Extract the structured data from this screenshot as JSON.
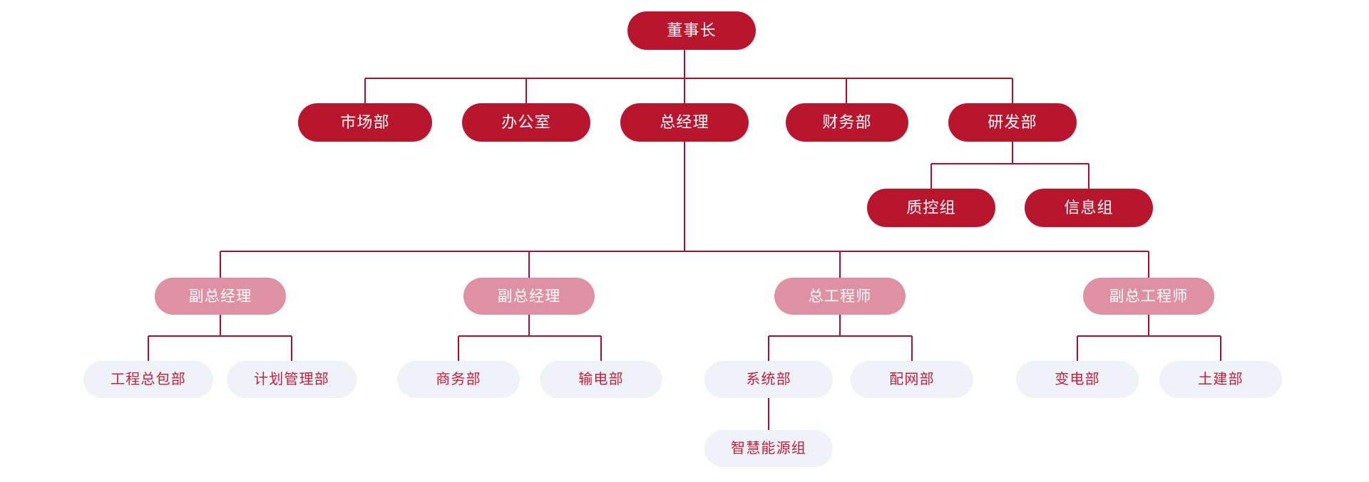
{
  "chart_data": {
    "type": "diagram",
    "title": "",
    "diagram_kind": "organization-chart",
    "orientation": "top-down",
    "colors": {
      "level_dark_bg": "#B8162F",
      "level_dark_text": "#FFFFFF",
      "level_pink_bg": "#DE91A2",
      "level_pink_text": "#FFFFFF",
      "level_light_bg": "#EFF3F7",
      "level_light_text": "#C0203C",
      "connector_line": "#A8102B",
      "canvas_bg": "#FFFFFF"
    },
    "levels": [
      {
        "name": "root",
        "style": "dark",
        "labels": [
          "董事长"
        ]
      },
      {
        "name": "departments",
        "style": "dark",
        "labels": [
          "市场部",
          "办公室",
          "总经理",
          "财务部",
          "研发部"
        ]
      },
      {
        "name": "rd-groups",
        "style": "dark",
        "labels": [
          "质控组",
          "信息组"
        ]
      },
      {
        "name": "executives",
        "style": "pink",
        "labels": [
          "副总经理",
          "副总经理",
          "总工程师",
          "副总工程师"
        ]
      },
      {
        "name": "sub-departments",
        "style": "light",
        "labels": [
          "工程总包部",
          "计划管理部",
          "商务部",
          "输电部",
          "系统部",
          "配网部",
          "变电部",
          "土建部"
        ]
      },
      {
        "name": "teams",
        "style": "light",
        "labels": [
          "智慧能源组"
        ]
      }
    ],
    "edges": [
      {
        "from": "董事长",
        "to": "市场部"
      },
      {
        "from": "董事长",
        "to": "办公室"
      },
      {
        "from": "董事长",
        "to": "总经理"
      },
      {
        "from": "董事长",
        "to": "财务部"
      },
      {
        "from": "董事长",
        "to": "研发部"
      },
      {
        "from": "研发部",
        "to": "质控组"
      },
      {
        "from": "研发部",
        "to": "信息组"
      },
      {
        "from": "总经理",
        "to": "副总经理 (1)"
      },
      {
        "from": "总经理",
        "to": "副总经理 (2)"
      },
      {
        "from": "总经理",
        "to": "总工程师"
      },
      {
        "from": "总经理",
        "to": "副总工程师"
      },
      {
        "from": "副总经理 (1)",
        "to": "工程总包部"
      },
      {
        "from": "副总经理 (1)",
        "to": "计划管理部"
      },
      {
        "from": "副总经理 (2)",
        "to": "商务部"
      },
      {
        "from": "副总经理 (2)",
        "to": "输电部"
      },
      {
        "from": "总工程师",
        "to": "系统部"
      },
      {
        "from": "总工程师",
        "to": "配网部"
      },
      {
        "from": "副总工程师",
        "to": "变电部"
      },
      {
        "from": "副总工程师",
        "to": "土建部"
      },
      {
        "from": "系统部",
        "to": "智慧能源组"
      }
    ]
  },
  "nodes": {
    "chairman": {
      "label": "董事长"
    },
    "marketing": {
      "label": "市场部"
    },
    "office": {
      "label": "办公室"
    },
    "general_manager": {
      "label": "总经理"
    },
    "finance": {
      "label": "财务部"
    },
    "rnd": {
      "label": "研发部"
    },
    "quality_control": {
      "label": "质控组"
    },
    "information": {
      "label": "信息组"
    },
    "deputy_gm_1": {
      "label": "副总经理"
    },
    "deputy_gm_2": {
      "label": "副总经理"
    },
    "chief_engineer": {
      "label": "总工程师"
    },
    "deputy_chief_engineer": {
      "label": "副总工程师"
    },
    "epc": {
      "label": "工程总包部"
    },
    "planning": {
      "label": "计划管理部"
    },
    "business": {
      "label": "商务部"
    },
    "transmission": {
      "label": "输电部"
    },
    "system": {
      "label": "系统部"
    },
    "distribution": {
      "label": "配网部"
    },
    "substation": {
      "label": "变电部"
    },
    "civil": {
      "label": "土建部"
    },
    "smart_energy": {
      "label": "智慧能源组"
    }
  }
}
